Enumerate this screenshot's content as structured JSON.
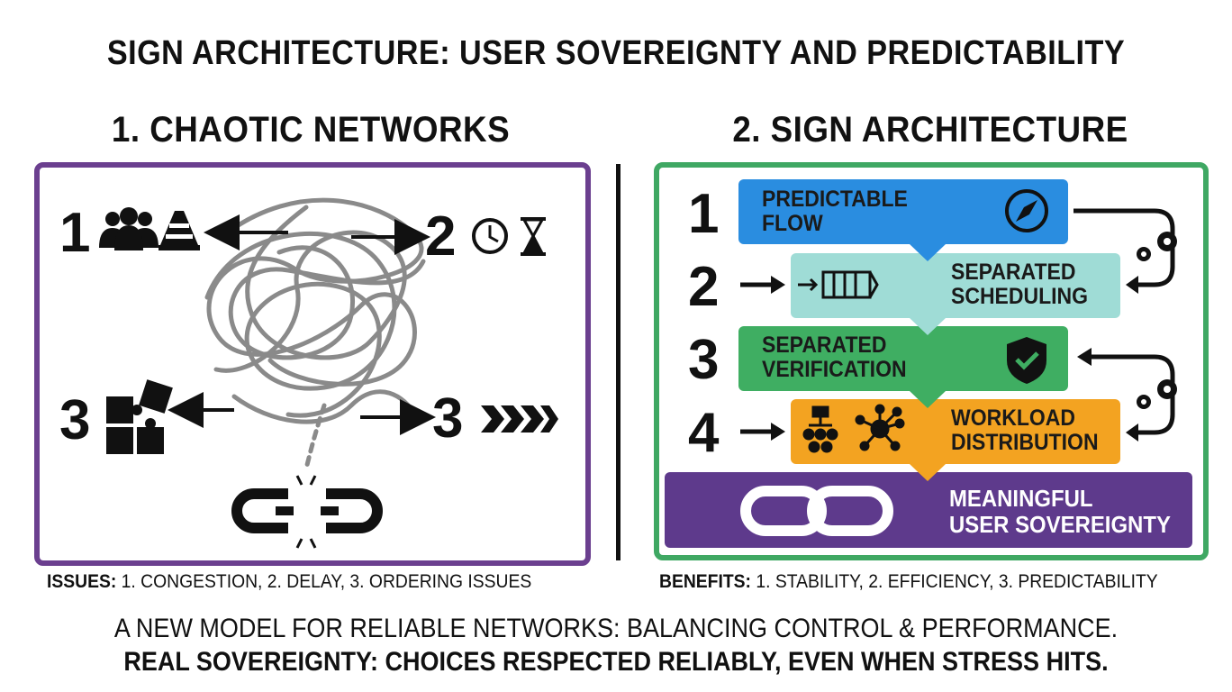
{
  "title": "SIGN ARCHITECTURE: USER SOVEREIGNTY AND PREDICTABILITY",
  "left_panel": {
    "title": "1. CHAOTIC NETWORKS",
    "nodes": [
      {
        "number": "1",
        "icons": [
          "people-icon",
          "traffic-cone-icon"
        ]
      },
      {
        "number": "2",
        "icons": [
          "clock-icon",
          "hourglass-icon"
        ]
      },
      {
        "number": "3",
        "icons": [
          "puzzle-icon"
        ]
      },
      {
        "number": "3",
        "icons": [
          "chevrons-icon"
        ]
      }
    ],
    "bottom_icon": "broken-chain-icon"
  },
  "right_panel": {
    "title": "2. SIGN ARCHITECTURE",
    "steps": [
      {
        "number": "1",
        "line1": "PREDICTABLE",
        "line2": "FLOW",
        "color": "#2a8de0",
        "icon": "compass-icon"
      },
      {
        "number": "2",
        "line1": "SEPARATED",
        "line2": "SCHEDULING",
        "color": "#9fdcd6",
        "icon": "queue-icon"
      },
      {
        "number": "3",
        "line1": "SEPARATED",
        "line2": "VERIFICATION",
        "color": "#3fae62",
        "icon": "shield-check-icon"
      },
      {
        "number": "4",
        "line1": "WORKLOAD",
        "line2": "DISTRIBUTION",
        "color": "#f3a321",
        "icon": "network-icon"
      }
    ],
    "result": {
      "line1": "MEANINGFUL",
      "line2": "USER SOVEREIGNTY",
      "color": "#5e3a8c",
      "icon": "chain-icon"
    }
  },
  "issues": {
    "label": "ISSUES:",
    "text": "1. CONGESTION, 2. DELAY, 3. ORDERING ISSUES"
  },
  "benefits": {
    "label": "BENEFITS:",
    "text": "1. STABILITY, 2. EFFICIENCY, 3. PREDICTABILITY"
  },
  "footer": {
    "line1": "A NEW MODEL FOR RELIABLE NETWORKS: BALANCING CONTROL & PERFORMANCE.",
    "line2": "REAL SOVEREIGNTY: CHOICES RESPECTED RELIABLY, EVEN WHEN STRESS HITS."
  }
}
